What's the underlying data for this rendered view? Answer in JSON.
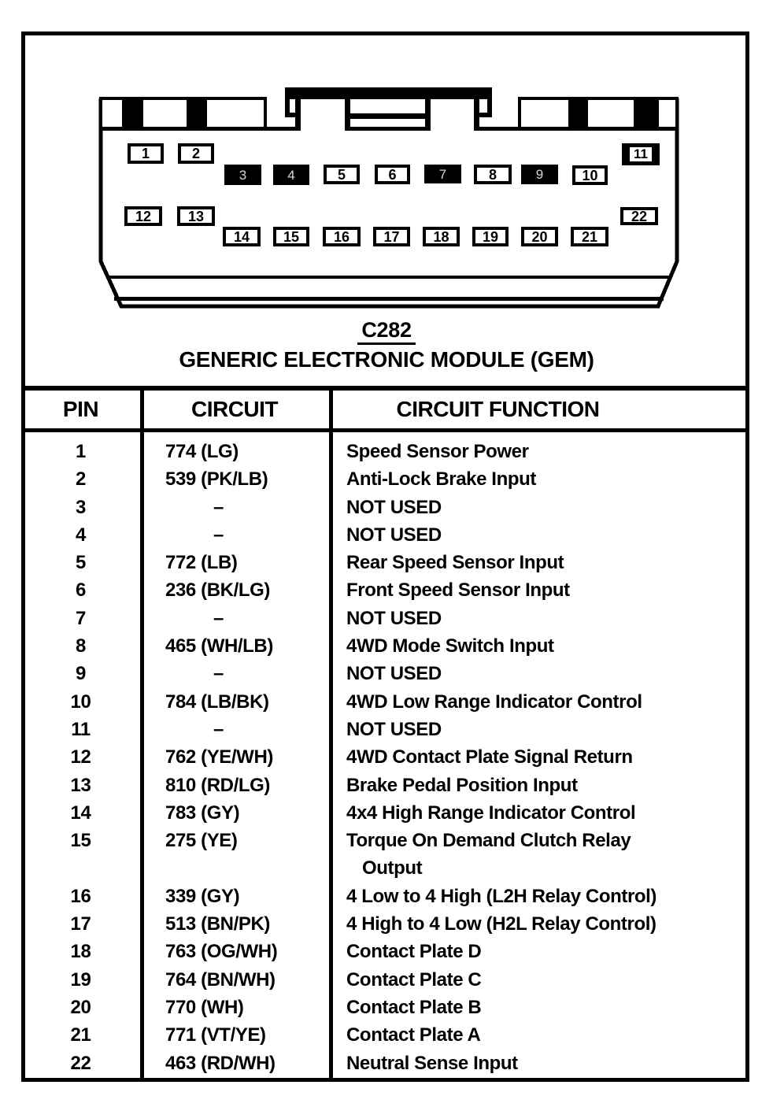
{
  "connector": {
    "label": "C282",
    "title": "GENERIC ELECTRONIC MODULE (GEM)",
    "pins": [
      {
        "num": "1",
        "fill": "open"
      },
      {
        "num": "2",
        "fill": "open"
      },
      {
        "num": "3",
        "fill": "solid"
      },
      {
        "num": "4",
        "fill": "solid"
      },
      {
        "num": "5",
        "fill": "open"
      },
      {
        "num": "6",
        "fill": "open"
      },
      {
        "num": "7",
        "fill": "solid"
      },
      {
        "num": "8",
        "fill": "open"
      },
      {
        "num": "9",
        "fill": "solid"
      },
      {
        "num": "10",
        "fill": "open"
      },
      {
        "num": "11",
        "fill": "inset"
      },
      {
        "num": "12",
        "fill": "open"
      },
      {
        "num": "13",
        "fill": "open"
      },
      {
        "num": "14",
        "fill": "open"
      },
      {
        "num": "15",
        "fill": "open"
      },
      {
        "num": "16",
        "fill": "open"
      },
      {
        "num": "17",
        "fill": "open"
      },
      {
        "num": "18",
        "fill": "open"
      },
      {
        "num": "19",
        "fill": "open"
      },
      {
        "num": "20",
        "fill": "open"
      },
      {
        "num": "21",
        "fill": "open"
      },
      {
        "num": "22",
        "fill": "open"
      }
    ]
  },
  "table": {
    "headers": [
      "PIN",
      "CIRCUIT",
      "CIRCUIT FUNCTION"
    ],
    "rows": [
      {
        "pin": "1",
        "circuit": "774 (LG)",
        "function_lines": [
          "Speed Sensor Power"
        ]
      },
      {
        "pin": "2",
        "circuit": "539 (PK/LB)",
        "function_lines": [
          "Anti-Lock Brake Input"
        ]
      },
      {
        "pin": "3",
        "circuit": "–",
        "function_lines": [
          "NOT USED"
        ]
      },
      {
        "pin": "4",
        "circuit": "–",
        "function_lines": [
          "NOT USED"
        ]
      },
      {
        "pin": "5",
        "circuit": "772 (LB)",
        "function_lines": [
          "Rear Speed Sensor Input"
        ]
      },
      {
        "pin": "6",
        "circuit": "236 (BK/LG)",
        "function_lines": [
          "Front Speed Sensor Input"
        ]
      },
      {
        "pin": "7",
        "circuit": "–",
        "function_lines": [
          "NOT USED"
        ]
      },
      {
        "pin": "8",
        "circuit": "465 (WH/LB)",
        "function_lines": [
          "4WD Mode Switch Input"
        ]
      },
      {
        "pin": "9",
        "circuit": "–",
        "function_lines": [
          "NOT USED"
        ]
      },
      {
        "pin": "10",
        "circuit": "784 (LB/BK)",
        "function_lines": [
          "4WD Low Range Indicator Control"
        ]
      },
      {
        "pin": "11",
        "circuit": "–",
        "function_lines": [
          "NOT USED"
        ]
      },
      {
        "pin": "12",
        "circuit": "762 (YE/WH)",
        "function_lines": [
          "4WD Contact Plate Signal Return"
        ]
      },
      {
        "pin": "13",
        "circuit": "810 (RD/LG)",
        "function_lines": [
          "Brake Pedal Position Input"
        ]
      },
      {
        "pin": "14",
        "circuit": "783 (GY)",
        "function_lines": [
          "4x4 High Range Indicator Control"
        ]
      },
      {
        "pin": "15",
        "circuit": "275 (YE)",
        "function_lines": [
          "Torque On Demand Clutch Relay",
          "Output"
        ]
      },
      {
        "pin": "16",
        "circuit": "339 (GY)",
        "function_lines": [
          "4 Low to 4 High (L2H Relay Control)"
        ]
      },
      {
        "pin": "17",
        "circuit": "513 (BN/PK)",
        "function_lines": [
          "4 High to 4 Low (H2L Relay Control)"
        ]
      },
      {
        "pin": "18",
        "circuit": "763 (OG/WH)",
        "function_lines": [
          "Contact Plate D"
        ]
      },
      {
        "pin": "19",
        "circuit": "764 (BN/WH)",
        "function_lines": [
          "Contact Plate C"
        ]
      },
      {
        "pin": "20",
        "circuit": "770 (WH)",
        "function_lines": [
          "Contact Plate B"
        ]
      },
      {
        "pin": "21",
        "circuit": "771 (VT/YE)",
        "function_lines": [
          "Contact Plate A"
        ]
      },
      {
        "pin": "22",
        "circuit": "463 (RD/WH)",
        "function_lines": [
          "Neutral Sense Input"
        ]
      }
    ],
    "ink_color": "#000000",
    "paper_color": "#ffffff"
  }
}
